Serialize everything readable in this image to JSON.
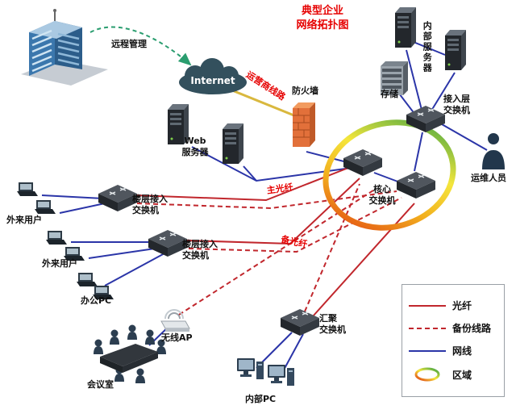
{
  "title": {
    "line1": "典型企业",
    "line2": "网络拓扑图"
  },
  "labels": {
    "remote_mgmt": "远程管理",
    "internet": "Internet",
    "carrier": "运营商线路",
    "firewall": "防火墙",
    "internal_servers": "内部服务器",
    "storage": "存储",
    "access_switch_1": "接入层",
    "access_switch_2": "交换机",
    "ops": "运维人员",
    "web_1": "Web",
    "web_2": "服务器",
    "core_1": "核心",
    "core_2": "交换机",
    "floor1_1": "楼层接入",
    "floor1_2": "交换机",
    "floor2_1": "楼层接入",
    "floor2_2": "交换机",
    "ext_users_1": "外来用户",
    "ext_users_2": "外来用户",
    "office_pc": "办公PC",
    "wireless_ap": "无线AP",
    "meeting_room": "会议室",
    "agg_1": "汇聚",
    "agg_2": "交换机",
    "internal_pc": "内部PC",
    "main_fiber": "主光纤",
    "backup_fiber": "备光纤"
  },
  "legend": {
    "items": [
      {
        "label": "光纤",
        "type": "fiber"
      },
      {
        "label": "备份线路",
        "type": "backup"
      },
      {
        "label": "网线",
        "type": "ethernet"
      },
      {
        "label": "区域",
        "type": "zone"
      }
    ]
  },
  "colors": {
    "fiber": "#c1272d",
    "backup_line": "#c1272d",
    "ethernet": "#2b35a8",
    "carrier_line": "#d9b83e",
    "remote_link": "#2a9d6f",
    "accent_red": "#e60000"
  }
}
